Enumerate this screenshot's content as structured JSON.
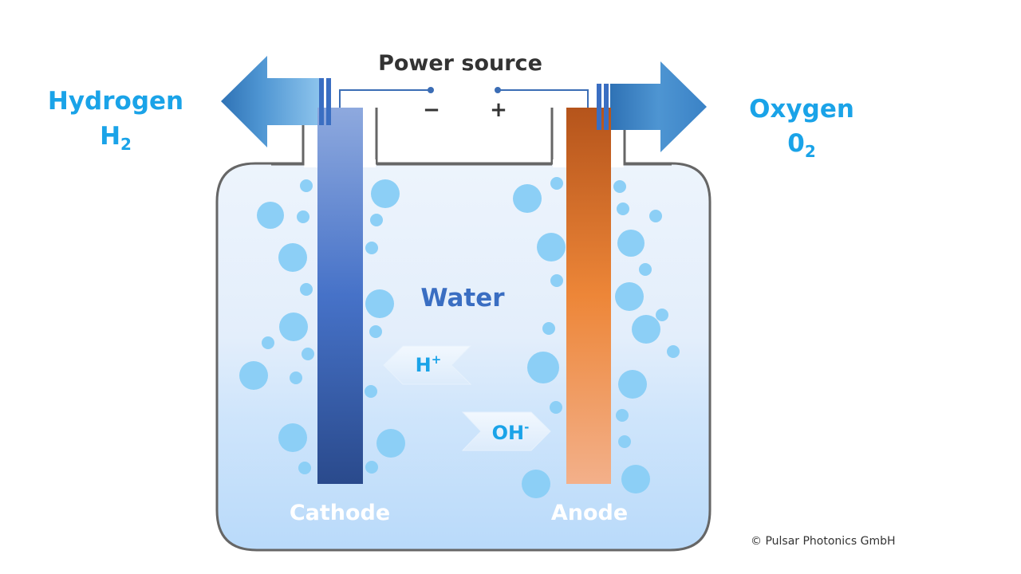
{
  "title": "Power source",
  "terminals": {
    "negative": "−",
    "positive": "+"
  },
  "hydrogen": {
    "name": "Hydrogen",
    "formula_base": "H",
    "formula_sub": "2"
  },
  "oxygen": {
    "name": "Oxygen",
    "formula_base": "0",
    "formula_sub": "2"
  },
  "electrolyte": "Water",
  "ions": {
    "h_plus": {
      "base": "H",
      "sup": "+"
    },
    "oh_minus": {
      "base": "OH",
      "sup": "-"
    }
  },
  "electrodes": {
    "cathode": "Cathode",
    "anode": "Anode"
  },
  "credit": "© Pulsar Photonics GmbH",
  "colors": {
    "gas_label": "#1AA3E8",
    "water_label": "#3A6EC2",
    "bubble": "#8CCFF6",
    "container_outline": "#666666",
    "wire": "#3B6DB5",
    "cathode_top": "#8EA9DE",
    "cathode_bottom": "#2A4A8C",
    "anode_top": "#B5541B",
    "anode_bottom": "#F3B08A"
  }
}
